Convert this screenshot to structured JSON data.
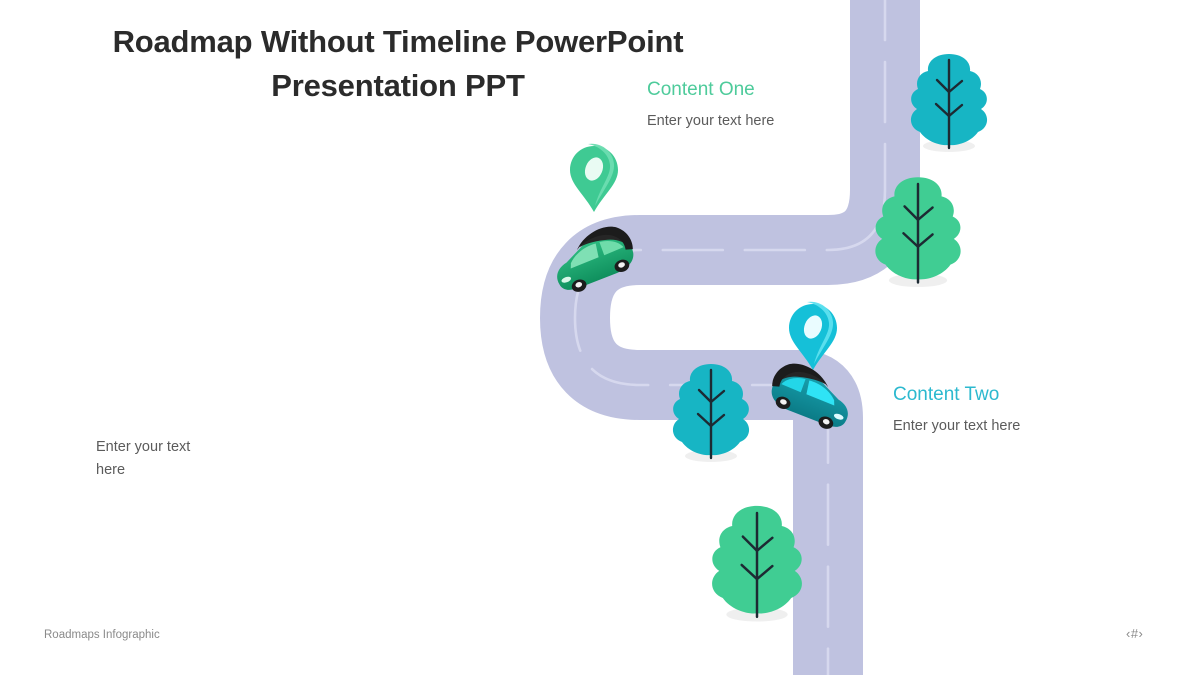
{
  "slide": {
    "title": "Roadmap Without Timeline PowerPoint\nPresentation PPT",
    "footer_label": "Roadmaps Infographic",
    "slide_number_placeholder": "‹#›",
    "background_color": "#ffffff"
  },
  "content": {
    "one": {
      "heading": "Content One",
      "body": "Enter your text here",
      "color": "#4ecb9b"
    },
    "two": {
      "heading": "Content Two",
      "body": "Enter your text here",
      "color": "#2cb9cf"
    },
    "three": {
      "body": "Enter your text here",
      "color": "#5b5b5b"
    }
  },
  "artwork": {
    "road": {
      "color": "#bfc2e0",
      "center_line_color": "#d6d8ee",
      "description": "winding lavender roadmap path"
    },
    "markers": [
      {
        "name": "pin-green",
        "color": "#3fca93",
        "top_color": "#6ddcb0"
      },
      {
        "name": "pin-cyan",
        "color": "#15c0d8",
        "top_color": "#5de0ef"
      }
    ],
    "vehicles": [
      {
        "name": "car-green",
        "body_color": "#17a06a",
        "roof_color": "#262626",
        "window_color": "#7fe0b4"
      },
      {
        "name": "car-cyan",
        "body_color": "#0f8b96",
        "roof_color": "#262626",
        "window_color": "#2fe3f5"
      }
    ],
    "trees": [
      {
        "name": "tree-teal-top-right",
        "color": "#17b5c4"
      },
      {
        "name": "tree-green-right",
        "color": "#40cd93"
      },
      {
        "name": "tree-teal-middle",
        "color": "#17b5c4"
      },
      {
        "name": "tree-green-bottom",
        "color": "#40cd93"
      }
    ],
    "shadow_color": "#e8e8e8"
  }
}
